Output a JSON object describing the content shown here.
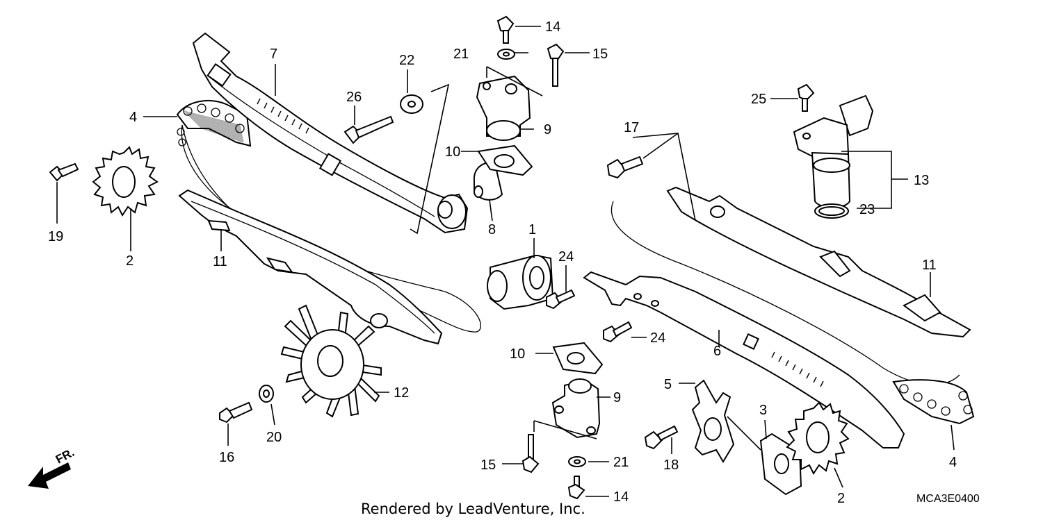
{
  "diagram": {
    "callouts": {
      "c1": "1",
      "c2a": "2",
      "c2b": "2",
      "c3": "3",
      "c4a": "4",
      "c4b": "4",
      "c5": "5",
      "c6": "6",
      "c7": "7",
      "c8": "8",
      "c9a": "9",
      "c9b": "9",
      "c10a": "10",
      "c10b": "10",
      "c11a": "11",
      "c11b": "11",
      "c12": "12",
      "c13": "13",
      "c14a": "14",
      "c14b": "14",
      "c15a": "15",
      "c15b": "15",
      "c16": "16",
      "c17": "17",
      "c18": "18",
      "c19": "19",
      "c20": "20",
      "c21a": "21",
      "c21b": "21",
      "c22": "22",
      "c23": "23",
      "c24a": "24",
      "c24b": "24",
      "c25": "25",
      "c26": "26"
    },
    "front_label": "FR.",
    "drawing_code": "MCA3E0400",
    "footer": "Rendered by LeadVenture, Inc."
  }
}
